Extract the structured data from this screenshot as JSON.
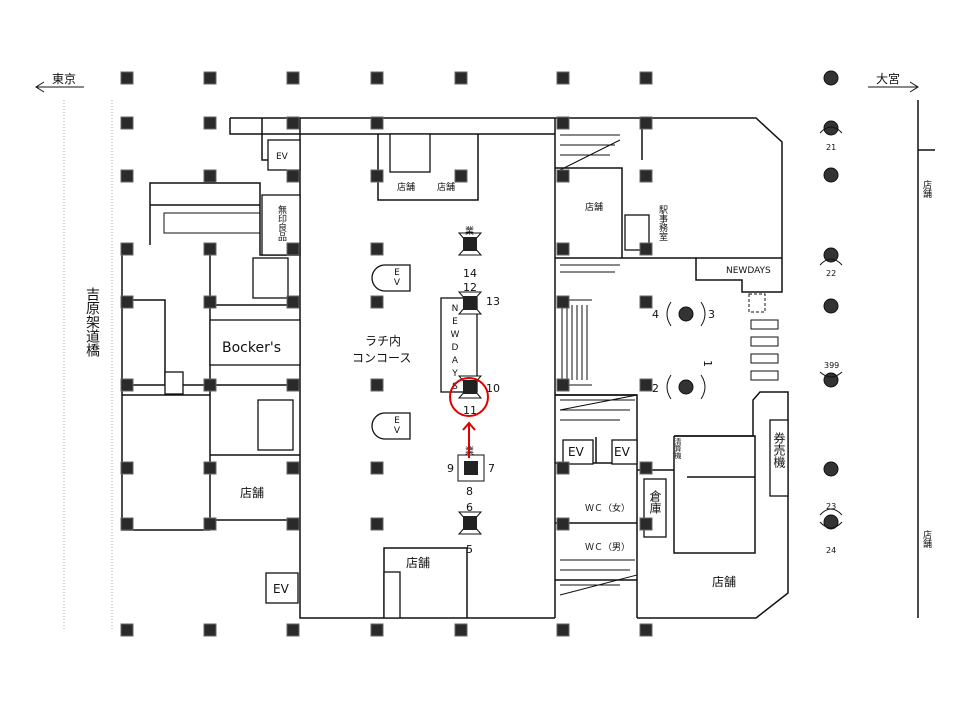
{
  "directions": {
    "left": "東京",
    "right": "大宮"
  },
  "bridge": "吉原架道橋",
  "areas": {
    "concourse_line1": "ラチ内",
    "concourse_line2": "コンコース",
    "bockers": "Bocker's",
    "muji": "無印良品",
    "newdays_vertical": "NEWDAYS",
    "newdays_right": "NEWDAYS",
    "station_office": "駅事務室",
    "fare_adjust": "清算機",
    "ticket_machine": "券売機",
    "storage": "倉庫",
    "wc_women": "ＷＣ（女）",
    "wc_men": "ＷＣ（男）",
    "ev": "EV",
    "shop": "店舗",
    "staff": "業"
  },
  "camera_numbers": [
    "1",
    "2",
    "3",
    "4",
    "5",
    "6",
    "7",
    "8",
    "9",
    "10",
    "11",
    "12",
    "13",
    "14",
    "21",
    "22",
    "23",
    "24",
    "399"
  ],
  "highlight": {
    "camera": "11",
    "color": "#e00000"
  }
}
